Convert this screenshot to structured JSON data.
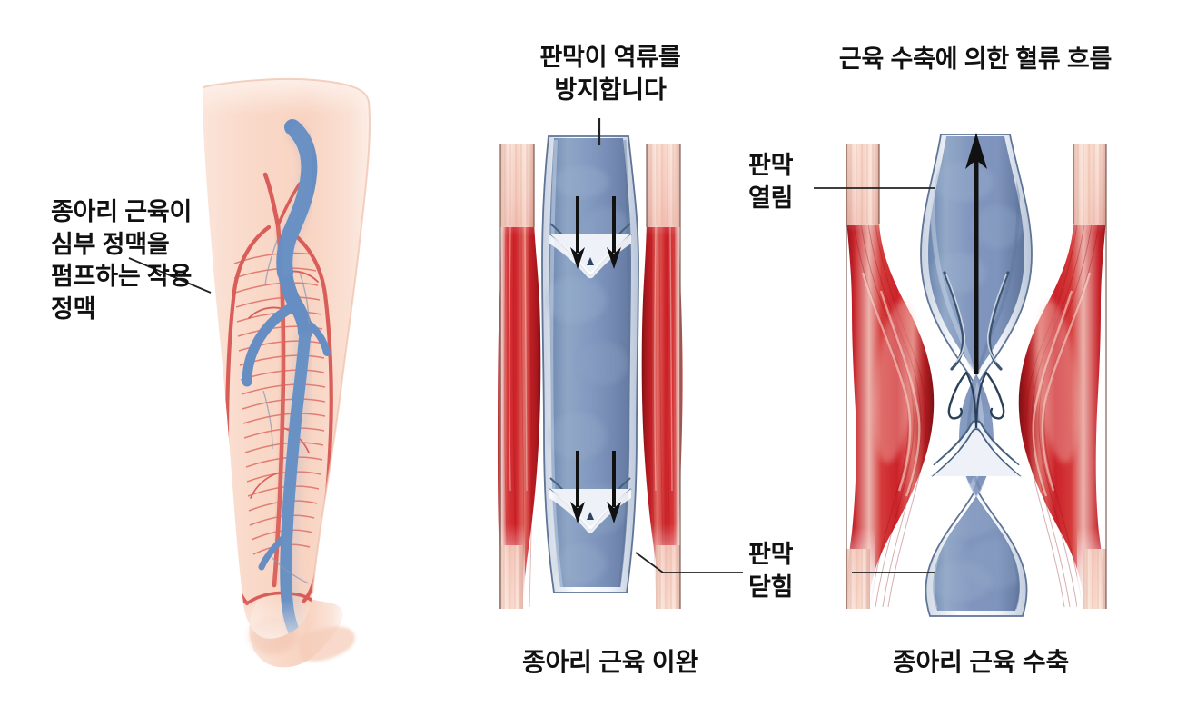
{
  "illustration": {
    "kind": "medical-diagram",
    "subject": "calf-muscle-venous-pump",
    "background_color": "#ffffff"
  },
  "labels": {
    "pump_action": "종아리 근육이\n심부 정맥을\n펌프하는 작용\n정맥",
    "valve_prevents_reflux": "판막이 역류를\n방지합니다",
    "blood_flow_by_contraction": "근육 수축에 의한 혈류 흐름",
    "valve_open": "판막\n열림",
    "valve_closed": "판막\n닫힘"
  },
  "captions": {
    "relaxed": "종아리 근육 이완",
    "contracted": "종아리 근육 수축"
  },
  "panels": [
    {
      "id": "leg-anatomy",
      "name": "leg-with-deep-veins",
      "elements": [
        "skin",
        "deep-vein-blue",
        "arteries-red",
        "perforator-veins"
      ]
    },
    {
      "id": "relaxed-calf",
      "name": "relaxed-calf-vein",
      "caption": "종아리 근육 이완",
      "valve_state": "closed",
      "flow_direction": "downward",
      "arrow_count": 4
    },
    {
      "id": "contracted-calf",
      "name": "contracted-calf-vein",
      "caption": "종아리 근육 수축",
      "valve_state_upper": "open",
      "valve_state_lower": "closed",
      "flow_direction": "upward",
      "arrow_count": 1
    }
  ],
  "colors": {
    "muscle_red": "#cc2229",
    "muscle_red_dark": "#8e1418",
    "muscle_highlight": "#f4b9b4",
    "tendon_pink": "#f4c6b5",
    "vein_blue": "#7d96bd",
    "vein_blue_dark": "#5e7aa6",
    "vein_wall": "#eef2f7",
    "skin_tone": "#f8d9c9",
    "artery_red": "#d0322f",
    "deep_vein_blue": "#2f6fbd",
    "text_black": "#111111",
    "leader_line": "#222222"
  }
}
